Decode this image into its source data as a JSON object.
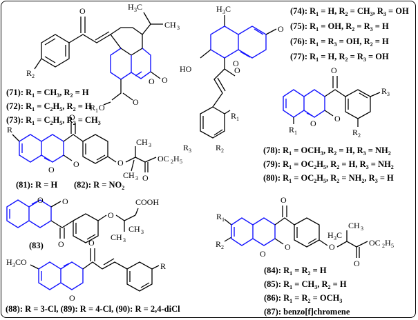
{
  "labels": {
    "c71": "(71): R",
    "c72": "(72): R",
    "c73": "(73): R",
    "c74": "(74): R",
    "c75": "(75): R",
    "c76": "(76): R",
    "c77": "(77): R",
    "c78": "(78): R",
    "c79": "(79): R",
    "c80": "(80): R",
    "c81": "(81): R = H",
    "c82": "(82): R = NO",
    "c83": "(83)",
    "c84": "(84): R",
    "c85": "(85): R",
    "c86": "(86): R",
    "c87": "(87): benzo[f]chromene",
    "c88_90": "(88): R = 3-Cl, (89): R = 4-Cl, (90): R = 2,4-diCl"
  },
  "atoms": {
    "o": "O",
    "oh": "OH",
    "ho": "HO",
    "r": "R",
    "ch3": "CH",
    "h3c": "H",
    "cooh": "COOH",
    "och2": "OC",
    "r1o": "R",
    "h3co": "H",
    "h": "H",
    "c": "C"
  },
  "colors": {
    "core": "#1515ff",
    "line": "#000000"
  }
}
